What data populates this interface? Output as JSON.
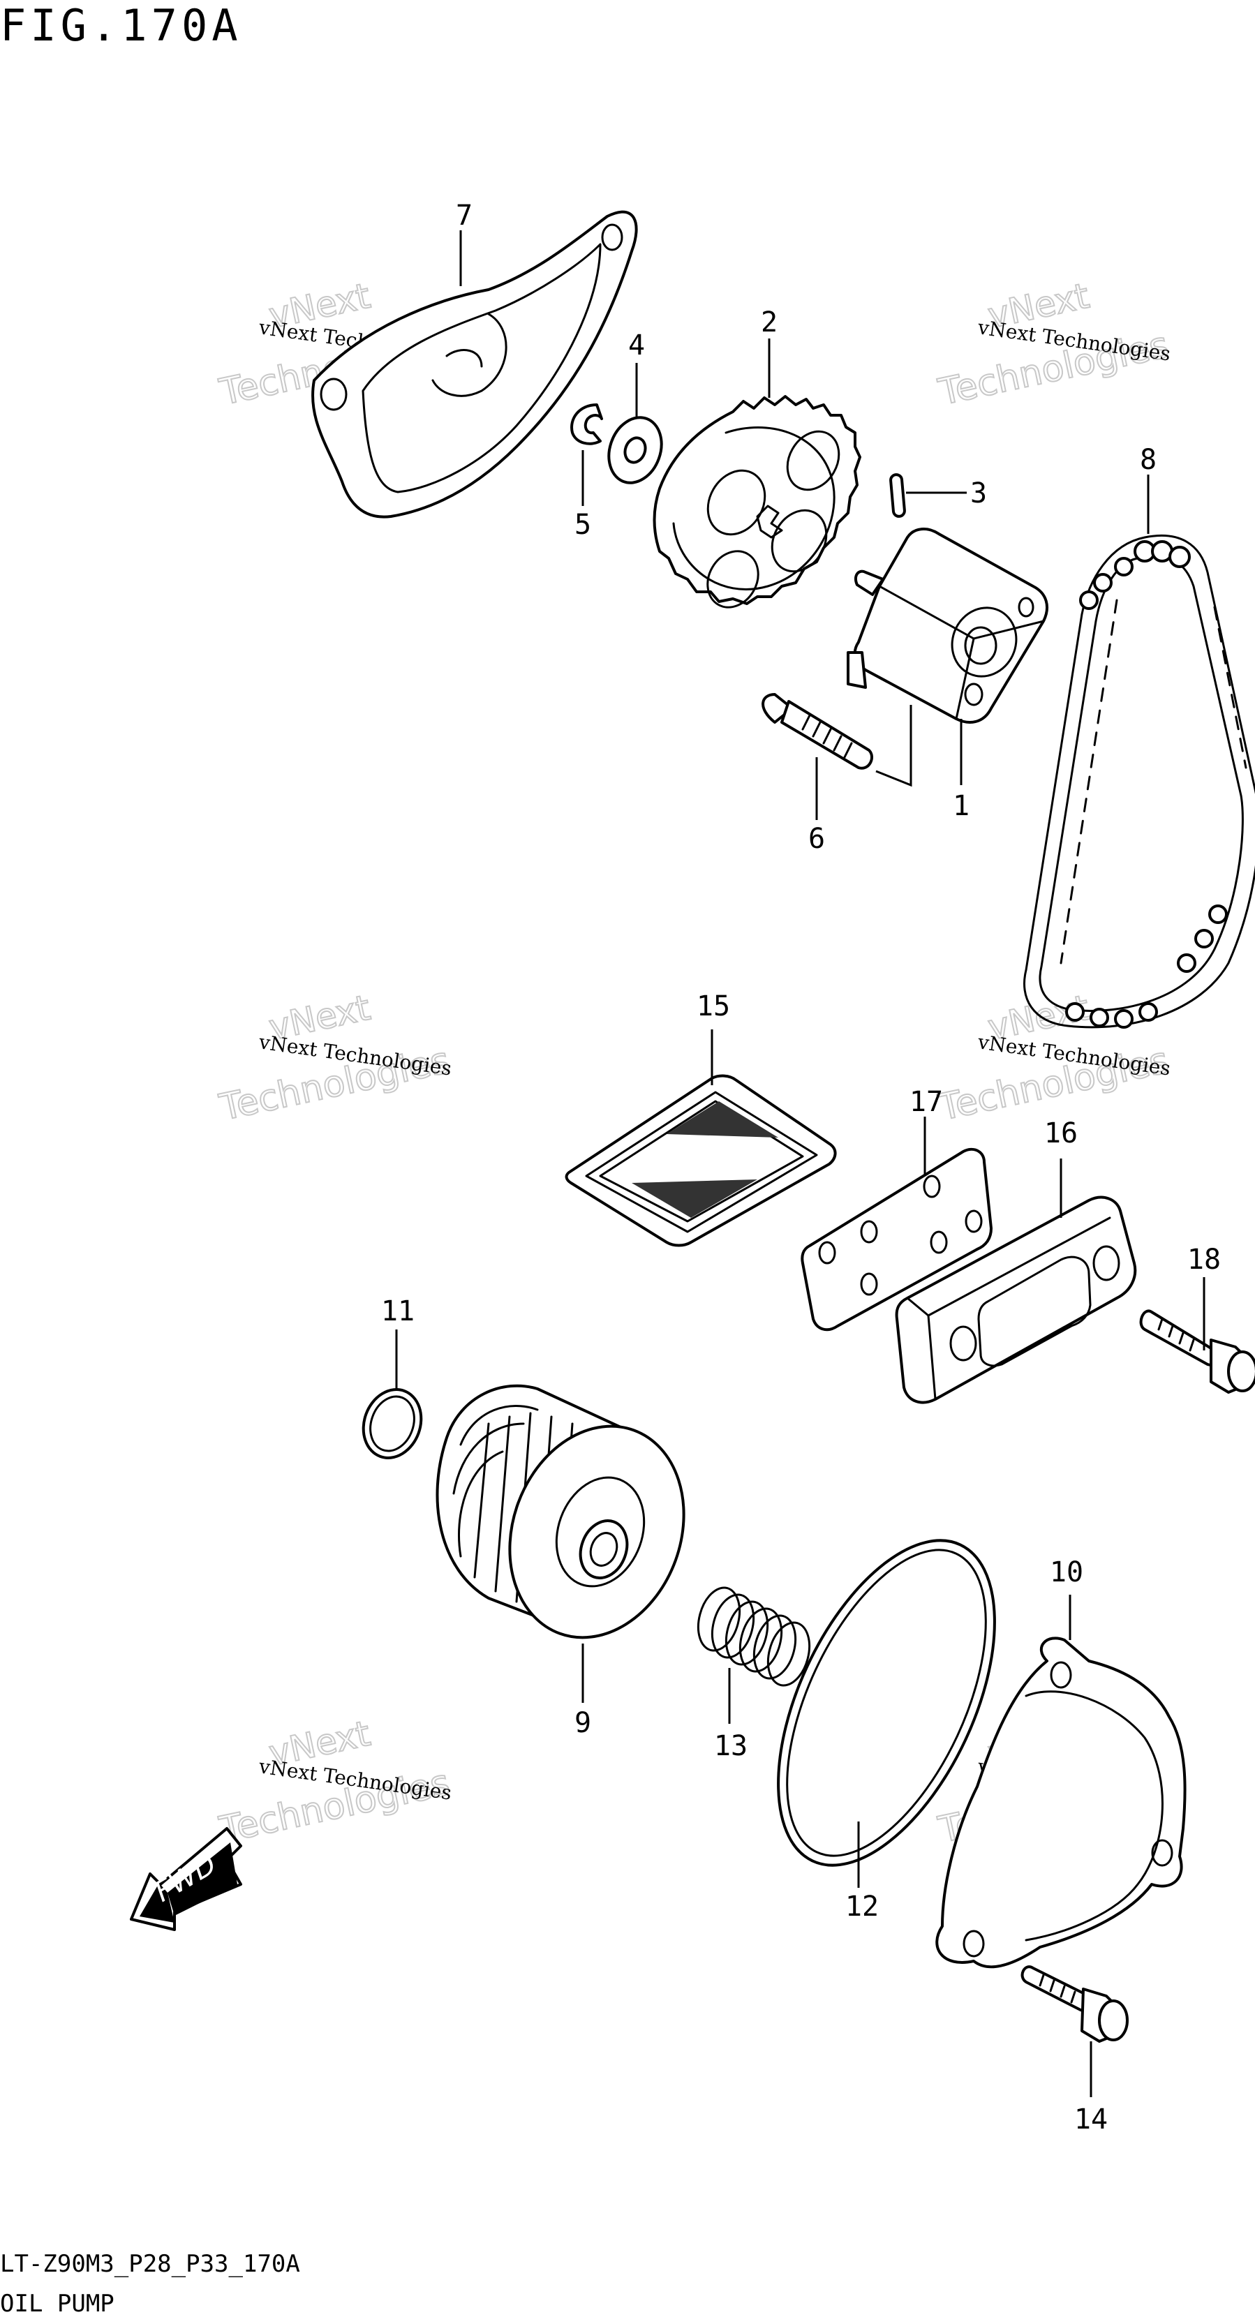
{
  "header": {
    "figure_title": "FIG.170A"
  },
  "footer": {
    "model_code": "LT-Z90M3_P28_P33_170A",
    "section_name": "OIL PUMP"
  },
  "watermark": {
    "line1": "vNext Technologies",
    "line2": "vNext",
    "line3": "Technologies"
  },
  "fwd_arrow": {
    "label": "FWD"
  },
  "callouts": [
    "1",
    "2",
    "3",
    "4",
    "5",
    "6",
    "7",
    "8",
    "9",
    "10",
    "11",
    "12",
    "13",
    "14",
    "15",
    "16",
    "17",
    "18"
  ]
}
